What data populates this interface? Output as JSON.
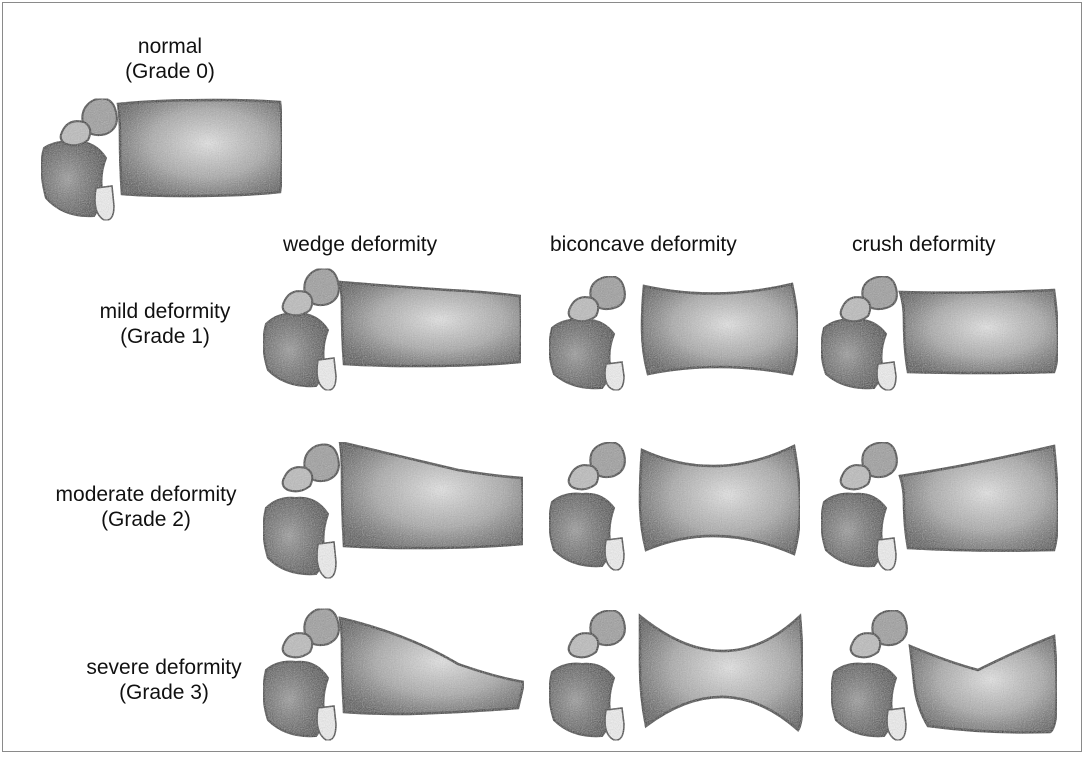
{
  "normal": {
    "line1": "normal",
    "line2": "(Grade 0)"
  },
  "columns": [
    {
      "label": "wedge deformity"
    },
    {
      "label": "biconcave deformity"
    },
    {
      "label": "crush deformity"
    }
  ],
  "rows": [
    {
      "line1": "mild deformity",
      "line2": "(Grade 1)"
    },
    {
      "line1": "moderate deformity",
      "line2": "(Grade 2)"
    },
    {
      "line1": "severe deformity",
      "line2": "(Grade 3)"
    }
  ],
  "colors": {
    "bone_dark": "#3a3a3a",
    "bone_mid": "#8c8c8c",
    "bone_light": "#d6d6d6",
    "frame": "#8a8a8a"
  }
}
